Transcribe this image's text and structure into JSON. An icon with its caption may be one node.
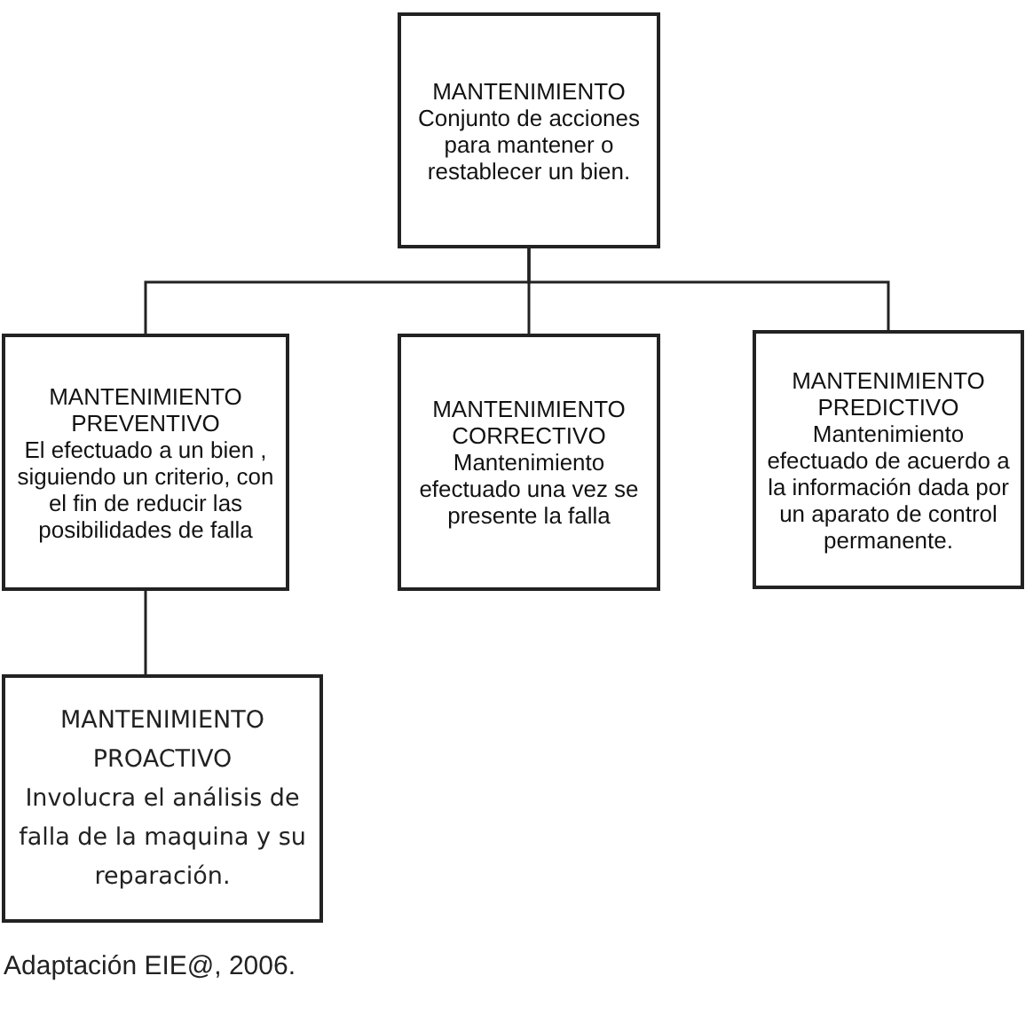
{
  "diagram": {
    "caption": "Adaptación EIE@, 2006.",
    "nodes": [
      {
        "text": [
          "MANTENIMIENTO",
          "Conjunto de acciones para mantener o restablecer un bien."
        ]
      },
      {
        "text": [
          "MANTENIMIENTO PREVENTIVO",
          "El efectuado a un bien , siguiendo un criterio, con el fin de reducir las posibilidades de falla"
        ]
      },
      {
        "text": [
          "MANTENIMIENTO CORRECTIVO",
          "Mantenimiento efectuado una vez se presente la falla"
        ]
      },
      {
        "text": [
          "MANTENIMIENTO PREDICTIVO",
          "Mantenimiento efectuado de acuerdo a la información dada por un aparato de control permanente."
        ]
      },
      {
        "text": [
          "MANTENIMIENTO PROACTIVO",
          "Involucra el análisis de falla de la maquina y su reparación."
        ]
      }
    ],
    "edges": [
      {
        "from": 0,
        "to": 1,
        "arrow": "none"
      },
      {
        "from": 0,
        "to": 2,
        "arrow": "none"
      },
      {
        "from": 0,
        "to": 3,
        "arrow": "none"
      },
      {
        "from": 1,
        "to": 4,
        "arrow": "none"
      }
    ]
  }
}
